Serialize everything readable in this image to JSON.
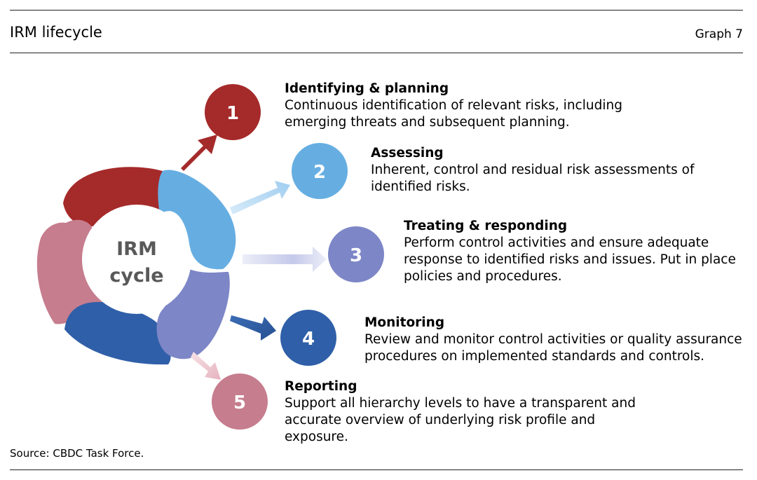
{
  "header": {
    "title": "IRM lifecycle",
    "graph_label": "Graph 7"
  },
  "center": {
    "line1": "IRM",
    "line2": "cycle"
  },
  "steps": [
    {
      "number": "1",
      "title": "Identifying & planning",
      "desc": "Continuous identification of relevant risks, including emerging threats and subsequent planning.",
      "color": "#a52a2a"
    },
    {
      "number": "2",
      "title": "Assessing",
      "desc": "Inherent, control and residual risk assessments of identified risks.",
      "color": "#66aee2"
    },
    {
      "number": "3",
      "title": "Treating & responding",
      "desc": "Perform control activities and ensure adequate response to identified risks and issues. Put in place policies and procedures.",
      "color": "#7d86c6"
    },
    {
      "number": "4",
      "title": "Monitoring",
      "desc": "Review and monitor control activities or quality assurance procedures on implemented standards and controls.",
      "color": "#2f5fa8"
    },
    {
      "number": "5",
      "title": "Reporting",
      "desc": "Support all hierarchy levels to have a transparent and accurate overview of underlying risk profile and exposure.",
      "color": "#c67d8e"
    }
  ],
  "footer": {
    "source": "Source: CBDC Task Force."
  }
}
